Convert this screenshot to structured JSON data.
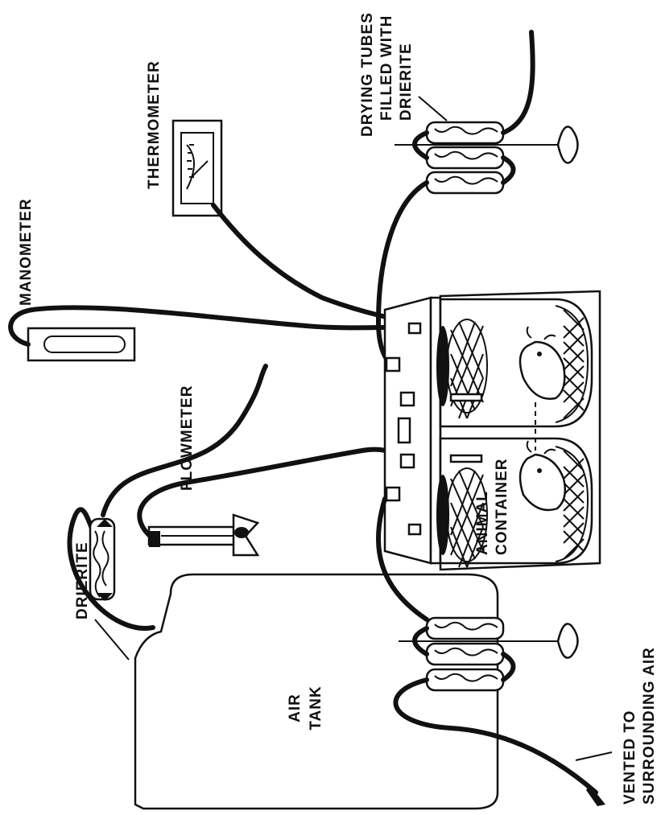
{
  "labels": {
    "manometer": "MANOMETER",
    "thermometer": "THERMOMETER",
    "drying_tubes": [
      "DRYING TUBES",
      "FILLED WITH",
      "DRIERITE"
    ],
    "flowmeter": "FLOWMETER",
    "drierite": "DRIERITE",
    "animal_container": [
      "ANIMAL",
      "CONTAINER"
    ],
    "air_tank": [
      "AIR",
      "TANK"
    ],
    "vented": [
      "VENTED TO",
      "SURROUNDING AIR"
    ]
  }
}
